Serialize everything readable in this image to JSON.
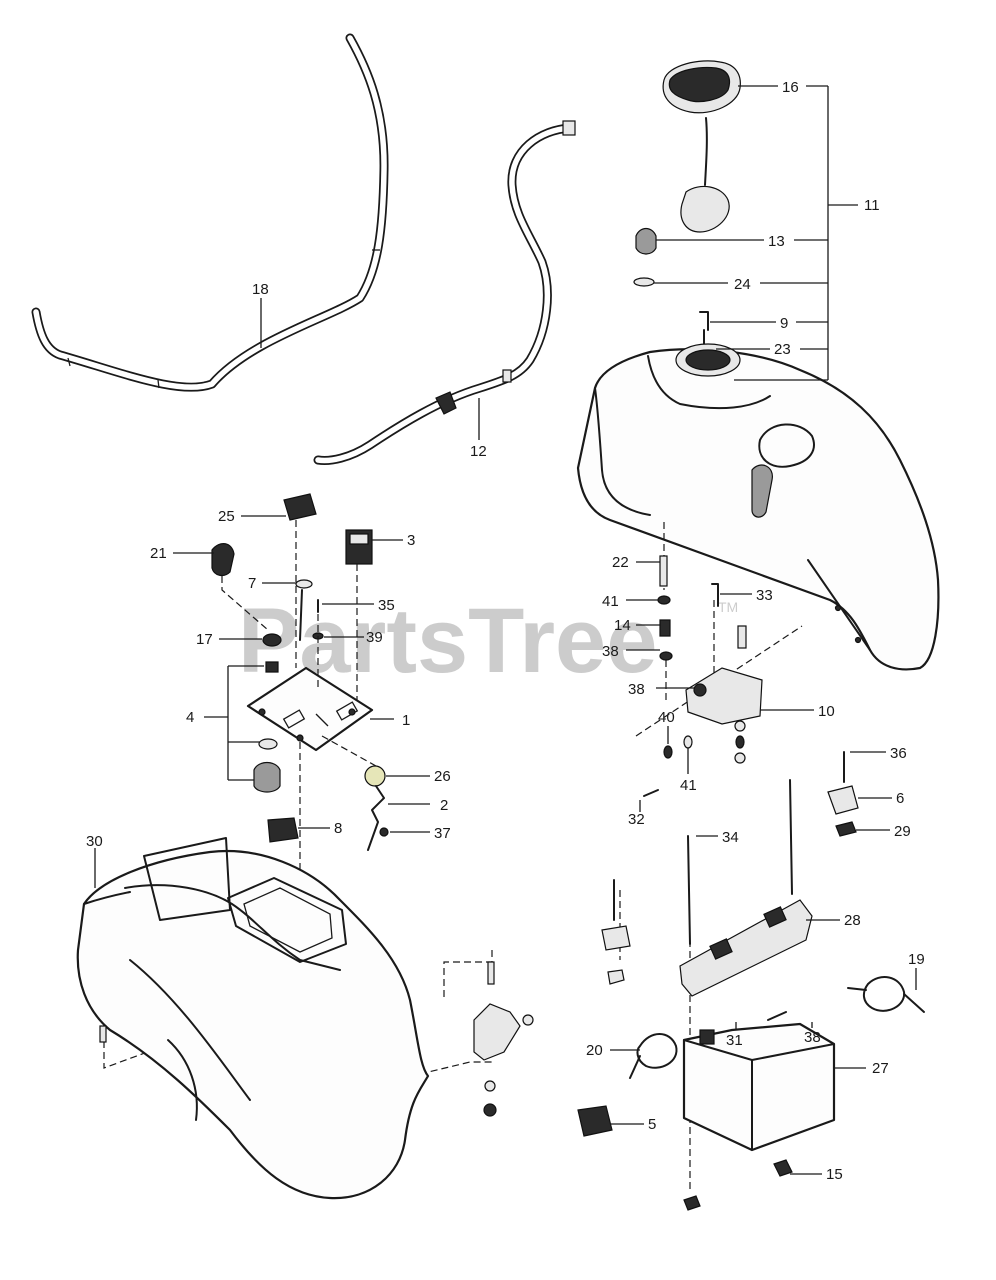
{
  "watermark": {
    "text": "PartsTree",
    "mark": "TM"
  },
  "callouts": [
    {
      "id": "c1",
      "label": "1"
    },
    {
      "id": "c2",
      "label": "2"
    },
    {
      "id": "c3",
      "label": "3"
    },
    {
      "id": "c4",
      "label": "4"
    },
    {
      "id": "c5",
      "label": "5"
    },
    {
      "id": "c6",
      "label": "6"
    },
    {
      "id": "c7",
      "label": "7"
    },
    {
      "id": "c8",
      "label": "8"
    },
    {
      "id": "c9",
      "label": "9"
    },
    {
      "id": "c10",
      "label": "10"
    },
    {
      "id": "c11",
      "label": "11"
    },
    {
      "id": "c12",
      "label": "12"
    },
    {
      "id": "c13",
      "label": "13"
    },
    {
      "id": "c14",
      "label": "14"
    },
    {
      "id": "c15",
      "label": "15"
    },
    {
      "id": "c16",
      "label": "16"
    },
    {
      "id": "c17",
      "label": "17"
    },
    {
      "id": "c18",
      "label": "18"
    },
    {
      "id": "c19",
      "label": "19"
    },
    {
      "id": "c20",
      "label": "20"
    },
    {
      "id": "c21",
      "label": "21"
    },
    {
      "id": "c22",
      "label": "22"
    },
    {
      "id": "c23",
      "label": "23"
    },
    {
      "id": "c24",
      "label": "24"
    },
    {
      "id": "c25",
      "label": "25"
    },
    {
      "id": "c26",
      "label": "26"
    },
    {
      "id": "c27",
      "label": "27"
    },
    {
      "id": "c28",
      "label": "28"
    },
    {
      "id": "c29",
      "label": "29"
    },
    {
      "id": "c30",
      "label": "30"
    },
    {
      "id": "c31",
      "label": "31"
    },
    {
      "id": "c32",
      "label": "32"
    },
    {
      "id": "c33",
      "label": "33"
    },
    {
      "id": "c34",
      "label": "34"
    },
    {
      "id": "c35",
      "label": "35"
    },
    {
      "id": "c36",
      "label": "36"
    },
    {
      "id": "c37",
      "label": "37"
    },
    {
      "id": "c38a",
      "label": "38"
    },
    {
      "id": "c38b",
      "label": "38"
    },
    {
      "id": "c38c",
      "label": "38"
    },
    {
      "id": "c39",
      "label": "39"
    },
    {
      "id": "c40",
      "label": "40"
    },
    {
      "id": "c41a",
      "label": "41"
    },
    {
      "id": "c41b",
      "label": "41"
    }
  ]
}
